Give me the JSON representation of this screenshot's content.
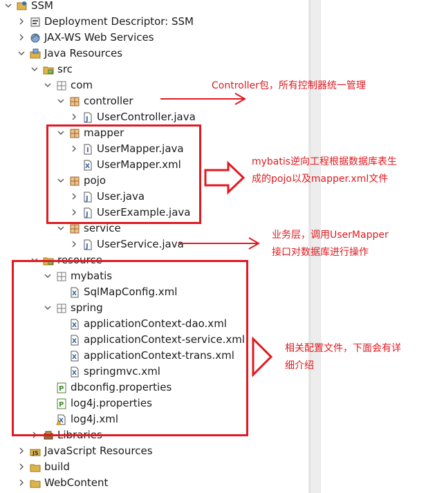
{
  "tree": [
    {
      "label": "SSM",
      "indent": 0,
      "twisty": "down",
      "icon": "project-icon"
    },
    {
      "label": "Deployment Descriptor: SSM",
      "indent": 1,
      "twisty": "right",
      "icon": "deployment-descriptor-icon"
    },
    {
      "label": "JAX-WS Web Services",
      "indent": 1,
      "twisty": "right",
      "icon": "web-services-icon"
    },
    {
      "label": "Java Resources",
      "indent": 1,
      "twisty": "down",
      "icon": "java-resources-icon"
    },
    {
      "label": "src",
      "indent": 2,
      "twisty": "down",
      "icon": "source-folder-icon"
    },
    {
      "label": "com",
      "indent": 3,
      "twisty": "down",
      "icon": "package-empty-icon"
    },
    {
      "label": "controller",
      "indent": 4,
      "twisty": "down",
      "icon": "package-icon"
    },
    {
      "label": "UserController.java",
      "indent": 5,
      "twisty": "right",
      "icon": "java-file-icon"
    },
    {
      "label": "mapper",
      "indent": 4,
      "twisty": "down",
      "icon": "package-icon"
    },
    {
      "label": "UserMapper.java",
      "indent": 5,
      "twisty": "right",
      "icon": "java-interface-file-icon"
    },
    {
      "label": "UserMapper.xml",
      "indent": 5,
      "twisty": "none",
      "icon": "xml-file-icon"
    },
    {
      "label": "pojo",
      "indent": 4,
      "twisty": "down",
      "icon": "package-icon"
    },
    {
      "label": "User.java",
      "indent": 5,
      "twisty": "right",
      "icon": "java-file-icon"
    },
    {
      "label": "UserExample.java",
      "indent": 5,
      "twisty": "right",
      "icon": "java-file-icon"
    },
    {
      "label": "service",
      "indent": 4,
      "twisty": "down",
      "icon": "package-icon"
    },
    {
      "label": "UserService.java",
      "indent": 5,
      "twisty": "right",
      "icon": "java-file-icon"
    },
    {
      "label": "resource",
      "indent": 2,
      "twisty": "down",
      "icon": "source-folder-icon"
    },
    {
      "label": "mybatis",
      "indent": 3,
      "twisty": "down",
      "icon": "package-empty-icon"
    },
    {
      "label": "SqlMapConfig.xml",
      "indent": 4,
      "twisty": "none",
      "icon": "xml-file-icon"
    },
    {
      "label": "spring",
      "indent": 3,
      "twisty": "down",
      "icon": "package-empty-icon"
    },
    {
      "label": "applicationContext-dao.xml",
      "indent": 4,
      "twisty": "none",
      "icon": "xml-file-icon"
    },
    {
      "label": "applicationContext-service.xml",
      "indent": 4,
      "twisty": "none",
      "icon": "xml-file-icon"
    },
    {
      "label": "applicationContext-trans.xml",
      "indent": 4,
      "twisty": "none",
      "icon": "xml-file-icon"
    },
    {
      "label": "springmvc.xml",
      "indent": 4,
      "twisty": "none",
      "icon": "xml-file-icon"
    },
    {
      "label": "dbconfig.properties",
      "indent": 3,
      "twisty": "none",
      "icon": "properties-file-icon"
    },
    {
      "label": "log4j.properties",
      "indent": 3,
      "twisty": "none",
      "icon": "properties-file-icon"
    },
    {
      "label": "log4j.xml",
      "indent": 3,
      "twisty": "none",
      "icon": "xml-file-warning-icon"
    },
    {
      "label": "Libraries",
      "indent": 2,
      "twisty": "right",
      "icon": "libraries-icon"
    },
    {
      "label": "JavaScript Resources",
      "indent": 1,
      "twisty": "right",
      "icon": "javascript-resources-icon"
    },
    {
      "label": "build",
      "indent": 1,
      "twisty": "right",
      "icon": "folder-icon"
    },
    {
      "label": "WebContent",
      "indent": 1,
      "twisty": "right",
      "icon": "folder-icon"
    }
  ],
  "annotations": {
    "controller_note": "Controller包，所有控制器统一管理",
    "mapper_note_line1": "mybatis逆向工程根据数据库表生",
    "mapper_note_line2": "成的pojo以及mapper.xml文件",
    "service_note_line1": "业务层，调用UserMapper",
    "service_note_line2": "接口对数据库进行操作",
    "resource_note_line1": "相关配置文件，下面会有详",
    "resource_note_line2": "细介绍"
  },
  "colors": {
    "annotation": "#e0191f",
    "text": "#1a1a1a",
    "package": "#b5651d",
    "java_blue": "#3a6fb5",
    "folder": "#e0b34a"
  }
}
